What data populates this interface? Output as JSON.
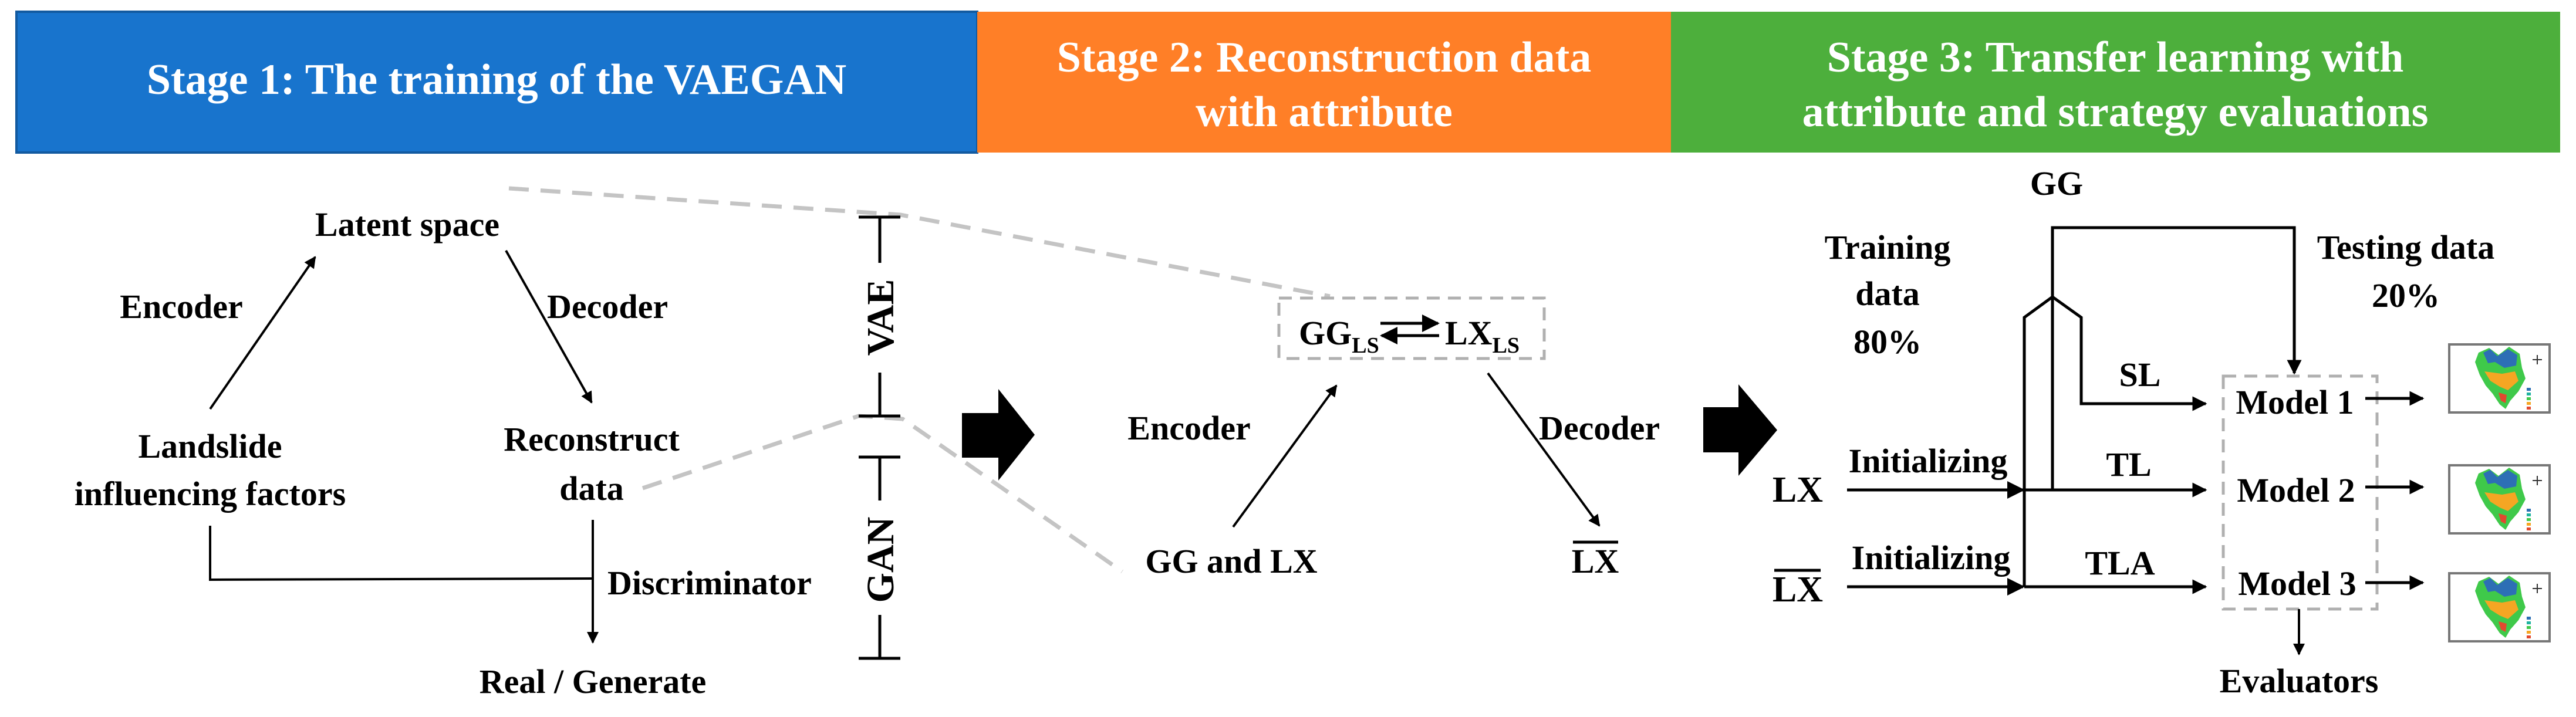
{
  "header": {
    "stage1": {
      "title": "Stage 1: The training of the VAEGAN",
      "color": "#1874CD"
    },
    "stage2": {
      "line1": "Stage 2: Reconstruction data",
      "line2": "with attribute",
      "color": "#FF7F27"
    },
    "stage3": {
      "line1": "Stage 3: Transfer learning with",
      "line2": "attribute and strategy evaluations",
      "color": "#4DAF3C"
    }
  },
  "stage1": {
    "latent_space": "Latent space",
    "encoder": "Encoder",
    "decoder": "Decoder",
    "input_line1": "Landslide",
    "input_line2": "influencing factors",
    "reconstruct_line1": "Reconstruct",
    "reconstruct_line2": "data",
    "discriminator": "Discriminator",
    "output": "Real / Generate",
    "vae_label": "VAE",
    "gan_label": "GAN"
  },
  "stage2": {
    "gg": "GG",
    "lx": "LX",
    "subscript": "LS",
    "encoder": "Encoder",
    "decoder": "Decoder",
    "input": "GG and LX",
    "output": "LX"
  },
  "stage3": {
    "gg": "GG",
    "training_line1": "Training",
    "training_line2": "data",
    "training_line3": "80%",
    "testing_line1": "Testing data",
    "testing_line2": "20%",
    "lx": "LX",
    "lx_bar": "LX",
    "initializing": "Initializing",
    "sl": "SL",
    "tl": "TL",
    "tla": "TLA",
    "models": [
      "Model 1",
      "Model 2",
      "Model 3"
    ],
    "evaluators": "Evaluators",
    "map_icon": "landslide-susceptibility-map"
  }
}
